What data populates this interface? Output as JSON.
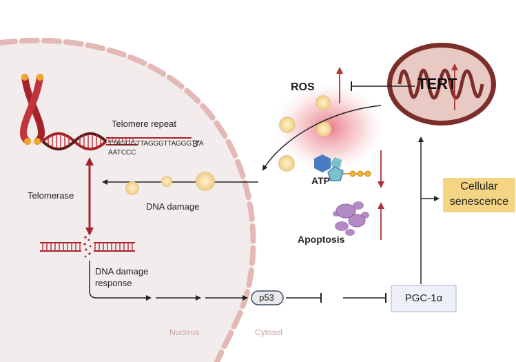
{
  "diagram": {
    "labels": {
      "telomere_repeat": "Telomere repeat",
      "sequence_top": "TTAGGGTTAGGGTTAGGGTTA",
      "sequence_bottom": "AATCCC",
      "three_prime": "3'",
      "telomerase": "Telomerase",
      "dna_damage": "DNA damage",
      "ddr_line1": "DNA damage",
      "ddr_line2": "response",
      "nucleus": "Nucleus",
      "cytosol": "Cytosol",
      "ros": "ROS",
      "tert": "TERT",
      "atp": "ATP",
      "apoptosis": "Apoptosis",
      "p53": "p53",
      "pgc1a": "PGC-1α",
      "senescence_line1": "Cellular",
      "senescence_line2": "senescence"
    },
    "colors": {
      "arrow_red": "#b0323a",
      "chromosome": "#a3232b",
      "senescence_box": "#f4d583",
      "nucleus_fill": "#f3ecec",
      "mito_fill": "#e8c9c3",
      "mito_outline": "#7b2e2a",
      "atp_hex": "#4a7cc4",
      "atp_pent": "#7bc1c9",
      "ros_glow": "#e05060",
      "apoptosis": "#b48ac4"
    },
    "icons": [
      "chromosome-icon",
      "dna-helix-icon",
      "mitochondrion-icon",
      "ros-particle-icon",
      "atp-molecule-icon",
      "apoptotic-body-icon"
    ]
  }
}
